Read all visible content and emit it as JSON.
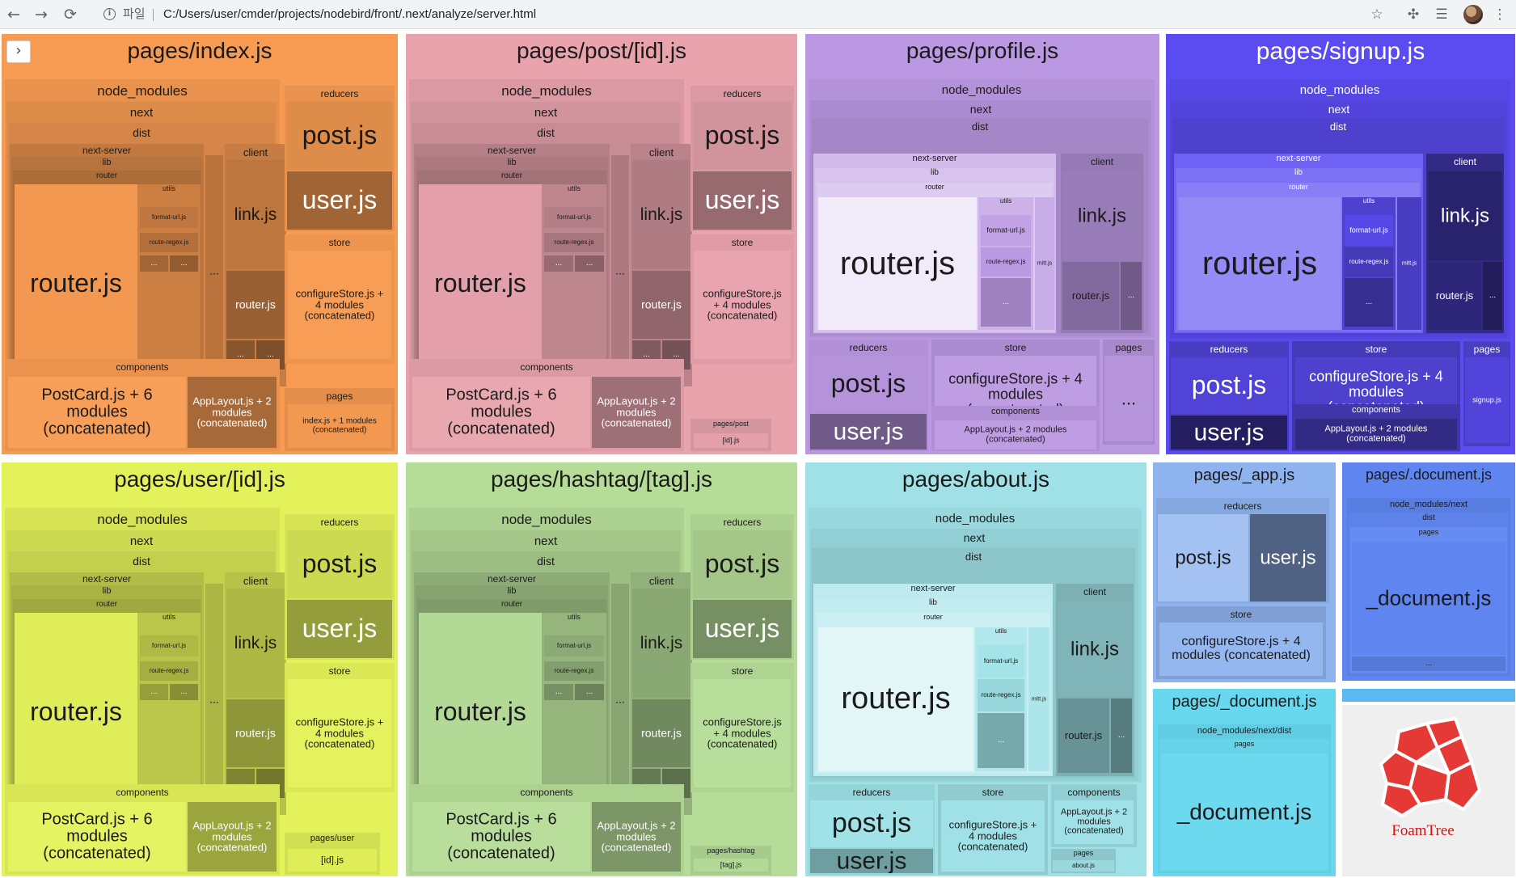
{
  "browser": {
    "back": "←",
    "forward": "→",
    "reload": "⟳",
    "scheme": "파일",
    "url": "C:/Users/user/cmder/projects/nodebird/front/.next/analyze/server.html"
  },
  "colors": {
    "index": "#f79b52",
    "post": "#e8a3ad",
    "profile": "#bb98e2",
    "signup": "#5b4cf2",
    "user": "#e3f25a",
    "hashtag": "#b6dd98",
    "about": "#9fe1e6",
    "app": "#8fb3ee",
    "document_blue": "#5f86f0",
    "document_cyan": "#67d8ee",
    "foamtree": "#e53935"
  },
  "labels": {
    "node_modules": "node_modules",
    "next": "next",
    "dist": "dist",
    "next_server": "next-server",
    "lib": "lib",
    "router": "router",
    "client": "client",
    "utils": "utils",
    "format_url": "format-url.js",
    "route_regex": "route-regex.js",
    "mitt": "mitt.js",
    "router_js": "router.js",
    "link_js": "link.js",
    "dots": "...",
    "reducers": "reducers",
    "post_js": "post.js",
    "user_js": "user.js",
    "store": "store",
    "configure_store": "configureStore.js + 4 modules (concatenated)",
    "components": "components",
    "postcard": "PostCard.js + 6 modules (concatenated)",
    "applayout": "AppLayout.js + 2 modules (concatenated)",
    "pages": "pages",
    "index_mods": "index.js + 1 modules (concatenated)",
    "pages_post": "pages/post",
    "id_js": "[id].js",
    "pages_user": "pages/user",
    "pages_hashtag": "pages/hashtag",
    "tag_js": "[tag].js",
    "about_js": "about.js",
    "signup_js": "signup.js",
    "node_modules_next": "node_modules/next",
    "node_modules_next_dist": "node_modules/next/dist",
    "document_js": "_document.js",
    "foamtree": "FoamTree"
  },
  "treemap": {
    "index": "pages/index.js",
    "post": "pages/post/[id].js",
    "profile": "pages/profile.js",
    "signup": "pages/signup.js",
    "user": "pages/user/[id].js",
    "hashtag": "pages/hashtag/[tag].js",
    "about": "pages/about.js",
    "app": "pages/_app.js",
    "document": "pages/.document.js",
    "document2": "pages/_document.js"
  }
}
